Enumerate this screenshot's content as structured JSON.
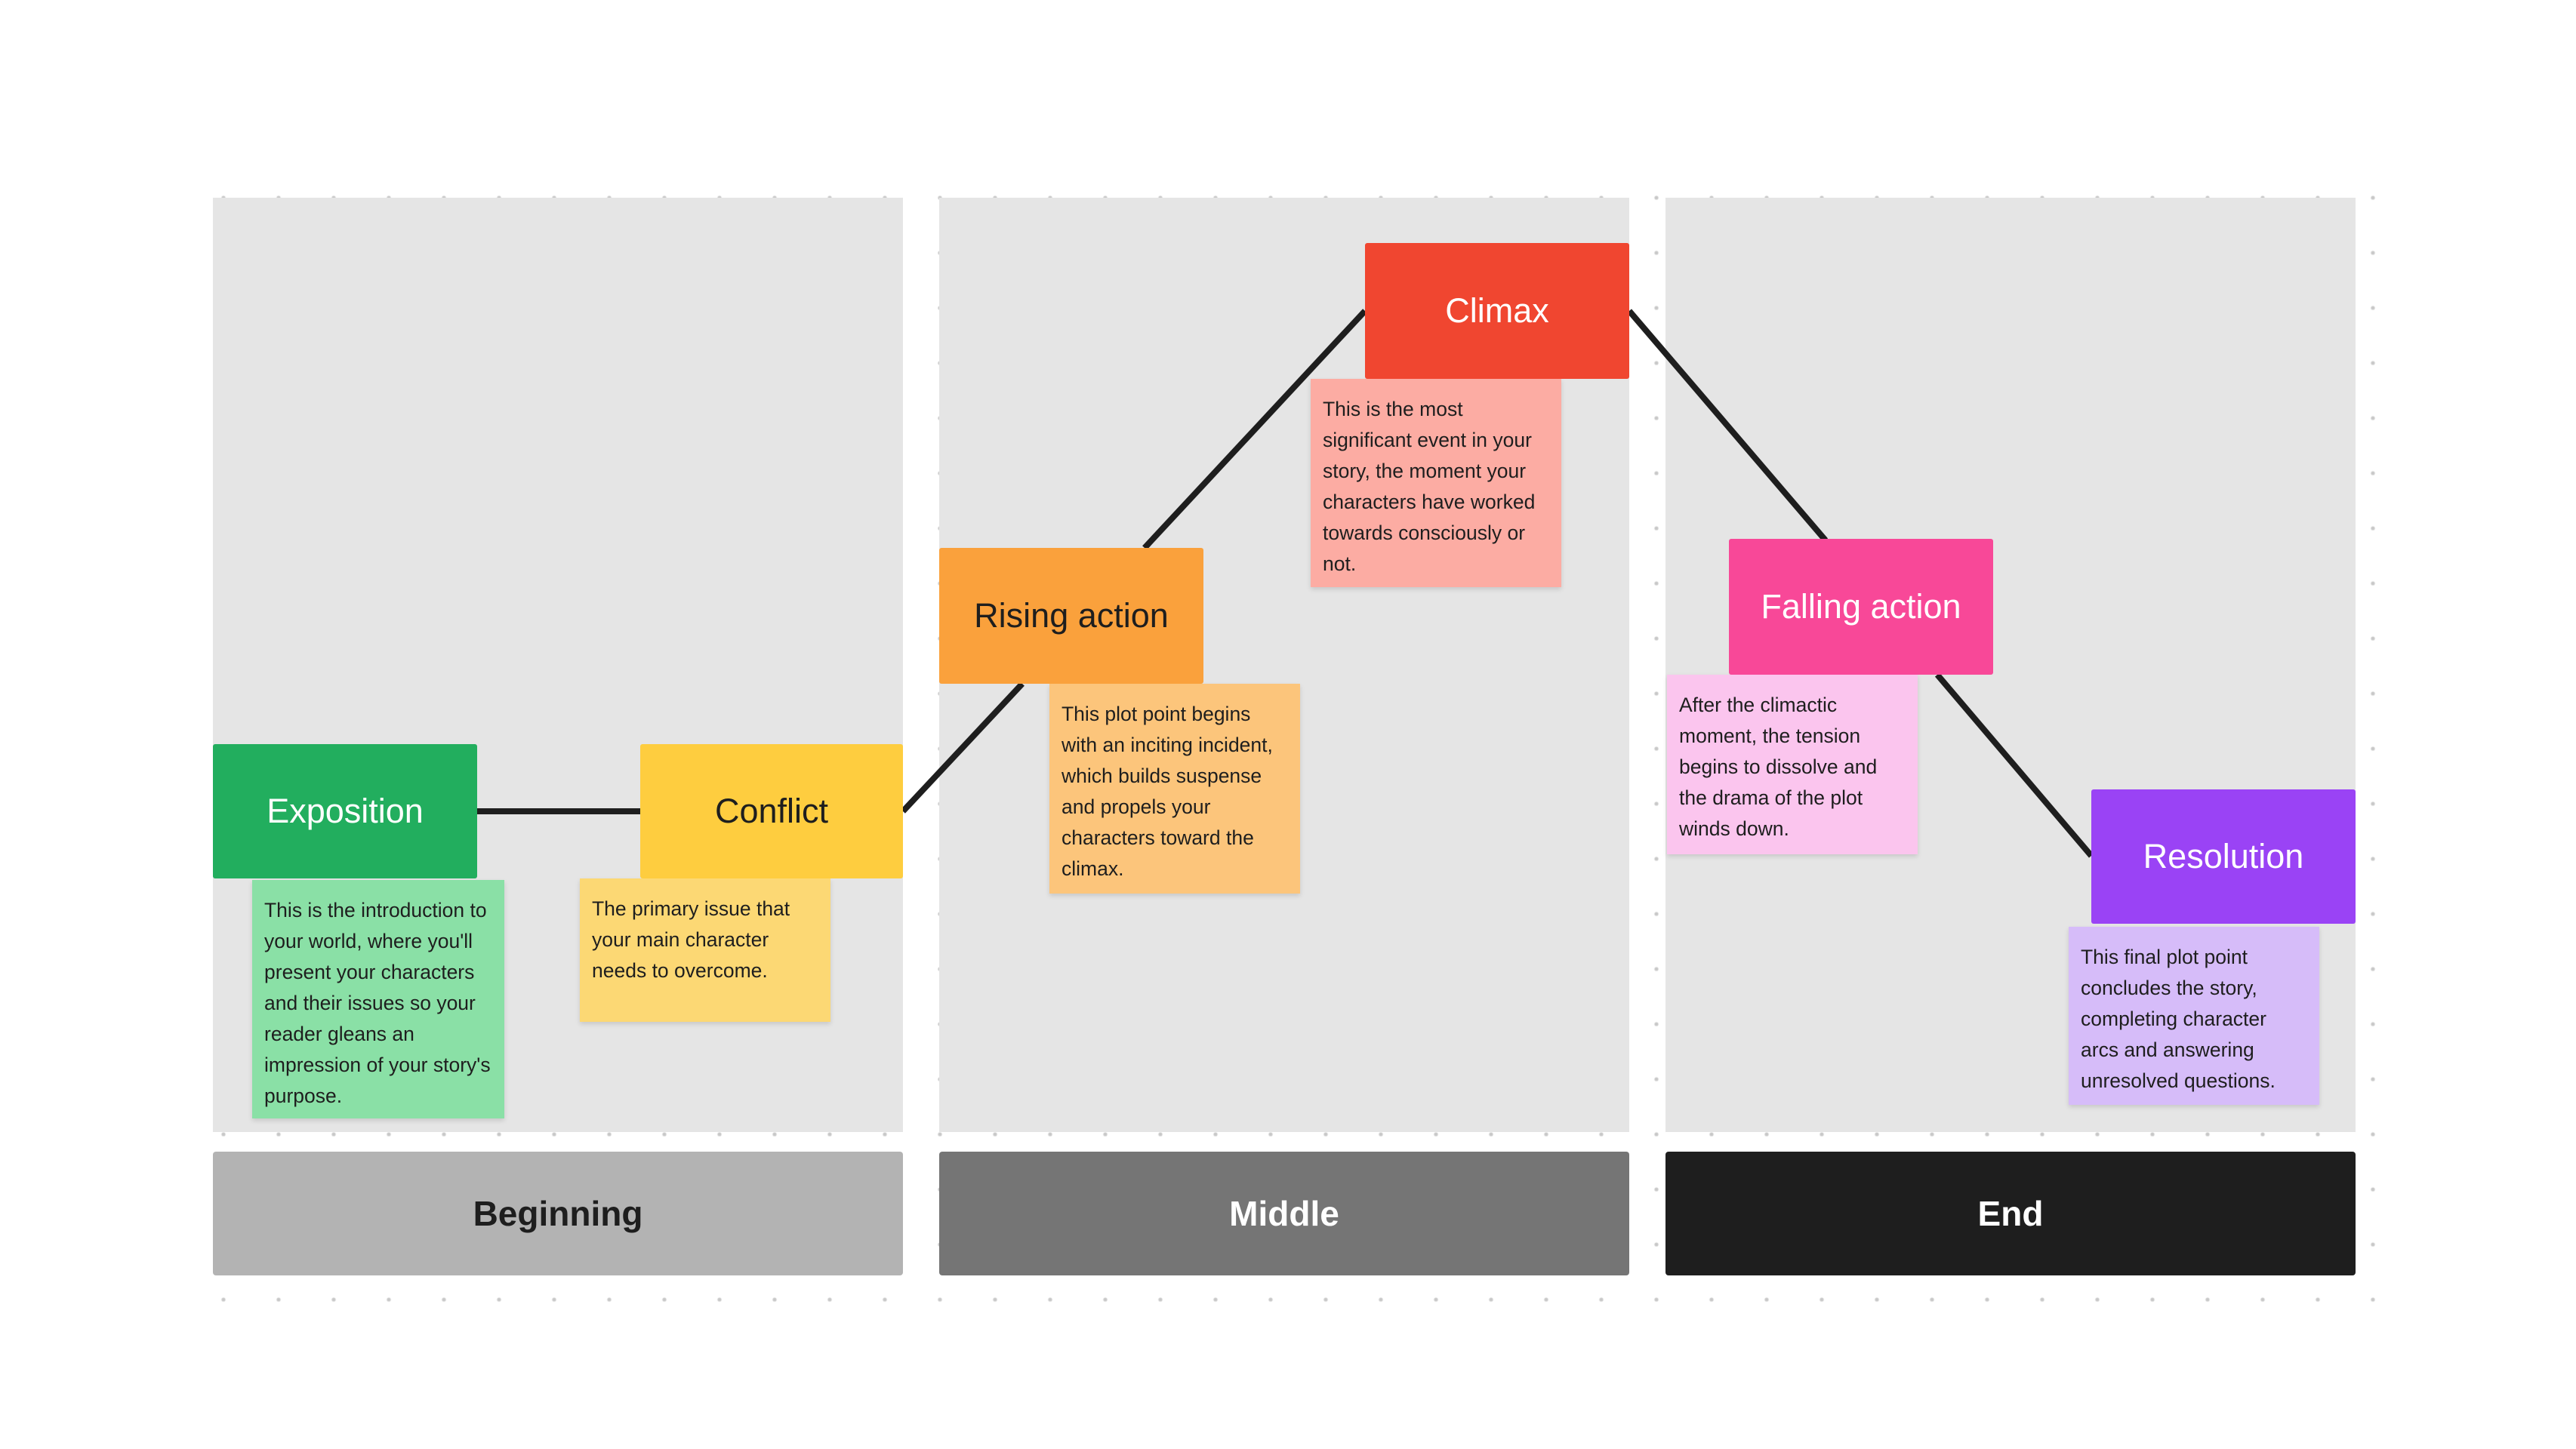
{
  "colors": {
    "panel": "#e5e5e5",
    "connector": "#1e1e1e",
    "dot": "#c8c8c8"
  },
  "footers": {
    "beginning": {
      "label": "Beginning",
      "bg": "#b3b3b3",
      "fg": "#1e1e1e"
    },
    "middle": {
      "label": "Middle",
      "bg": "#757575",
      "fg": "#ffffff"
    },
    "end": {
      "label": "End",
      "bg": "#1e1e1e",
      "fg": "#ffffff"
    }
  },
  "nodes": {
    "exposition": {
      "label": "Exposition",
      "bg": "#22ae5e",
      "fg": "#ffffff"
    },
    "conflict": {
      "label": "Conflict",
      "bg": "#fecd3f",
      "fg": "#1e1e1e"
    },
    "rising": {
      "label": "Rising action",
      "bg": "#faa13c",
      "fg": "#1e1e1e"
    },
    "climax": {
      "label": "Climax",
      "bg": "#f04630",
      "fg": "#ffffff"
    },
    "falling": {
      "label": "Falling action",
      "bg": "#f84898",
      "fg": "#ffffff"
    },
    "resolution": {
      "label": "Resolution",
      "bg": "#9a43f5",
      "fg": "#ffffff"
    }
  },
  "notes": {
    "exposition": {
      "text": "This is the introduction to your world, where you'll present your characters and their issues so your reader gleans an impression of your story's purpose.",
      "bg": "#8ae0a6"
    },
    "conflict": {
      "text": "The primary issue that your main character needs to overcome.",
      "bg": "#fcd874"
    },
    "rising": {
      "text": "This plot point begins with an inciting incident, which builds suspense and propels your characters toward the climax.",
      "bg": "#fcc57b"
    },
    "climax": {
      "text": "This is the most significant event in your story, the moment your characters have worked towards consciously or not.",
      "bg": "#fcaca3"
    },
    "falling": {
      "text": "After the climactic moment, the tension begins to dissolve and the drama of the plot winds down.",
      "bg": "#fbc5ee"
    },
    "resolution": {
      "text": "This final plot point concludes the story, completing character arcs and answering unresolved questions.",
      "bg": "#d6bcf9"
    }
  }
}
